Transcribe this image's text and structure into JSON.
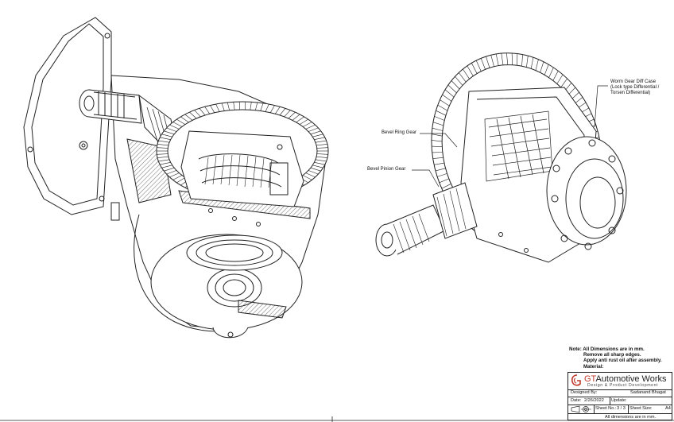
{
  "callouts": {
    "worm_case_line1": "Worm Gear Diff Case",
    "worm_case_line2": "(Lock type Differential /",
    "worm_case_line3": "Torsen Differential)",
    "bevel_ring": "Bevel Ring Gear",
    "bevel_pinion": "Bevel Pinion Gear"
  },
  "notes": {
    "line1": "Note: All Dimensions are in mm.",
    "line2": "Remove all sharp edges.",
    "line3": "Apply anti rust oil after assembly.",
    "line4": "Material:"
  },
  "title_block": {
    "brand_gt": "GT",
    "brand_rest": "Automotive Works",
    "tagline": "Design & Product Development",
    "designed_by_label": "Designed By:",
    "designer": "Sadanand Bhagat",
    "date_label": "Date:",
    "date": "2/26/2022",
    "update_label": "Update:",
    "sheet_no_label": "Sheet No.:",
    "sheet_no": "3 / 3",
    "sheet_size_label": "Sheet Size:",
    "sheet_size": "A4",
    "dims_note": "All dimensions are in mm."
  },
  "colors": {
    "line": "#222222",
    "brand_red": "#c0392b"
  },
  "icons": [
    "third-angle-projection-icon",
    "gt-logo-icon"
  ]
}
